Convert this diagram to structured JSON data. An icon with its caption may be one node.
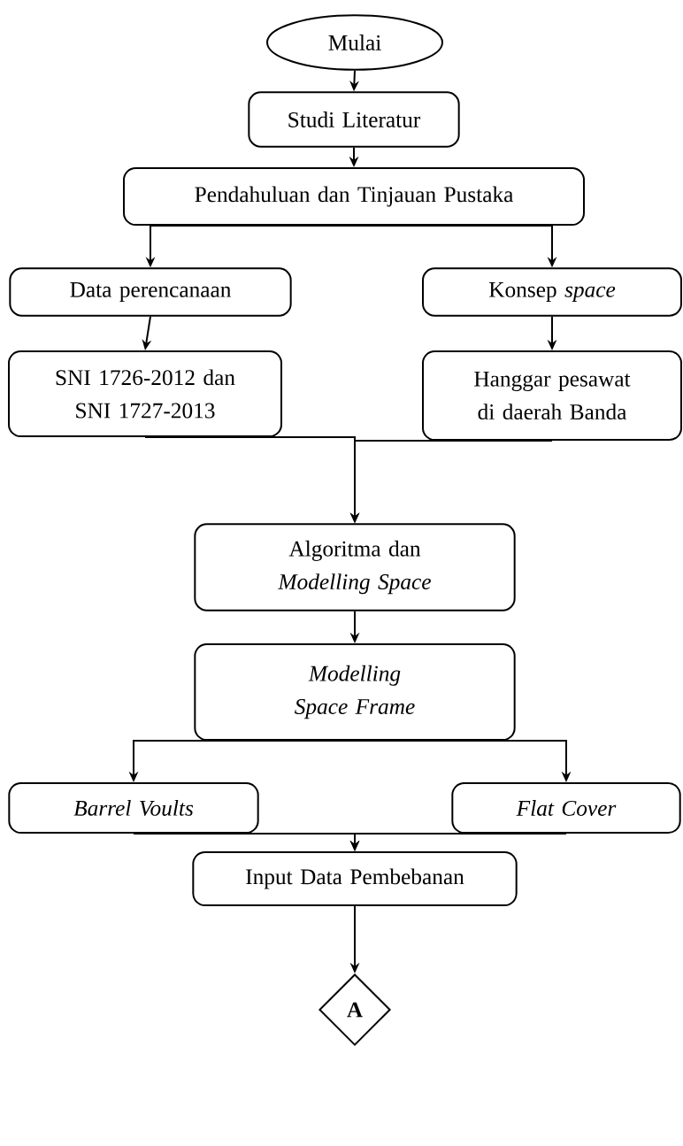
{
  "diagram": {
    "nodes": [
      {
        "text": [
          "Mulai"
        ]
      },
      {
        "text": [
          "Studi Literatur"
        ]
      },
      {
        "text": [
          "Pendahuluan dan Tinjauan Pustaka"
        ]
      },
      {
        "text": [
          "Data perencanaan"
        ]
      },
      {
        "text": [
          "Konsep *space*"
        ]
      },
      {
        "text": [
          "SNI 1726-2012 dan SNI 1727-2013"
        ]
      },
      {
        "text": [
          "Hanggar pesawat di daerah Banda"
        ]
      },
      {
        "text": [
          "Algoritma dan *Modelling Space*"
        ]
      },
      {
        "text": [
          "Modelling Space Frame"
        ]
      },
      {
        "text": [
          "Barrel Voults"
        ]
      },
      {
        "text": [
          "Flat Cover"
        ]
      },
      {
        "text": [
          "Input Data Pembebanan"
        ]
      },
      {
        "text": [
          "A"
        ]
      }
    ],
    "edges": [
      {
        "from": 0,
        "to": 1,
        "arrow": "to"
      },
      {
        "from": 1,
        "to": 2,
        "arrow": "to"
      },
      {
        "from": 2,
        "to": 3,
        "arrow": "to"
      },
      {
        "from": 2,
        "to": 4,
        "arrow": "to"
      },
      {
        "from": 3,
        "to": 5,
        "arrow": "to"
      },
      {
        "from": 4,
        "to": 6,
        "arrow": "to"
      },
      {
        "from": 5,
        "to": 7,
        "arrow": "to"
      },
      {
        "from": 6,
        "to": 7,
        "arrow": "to"
      },
      {
        "from": 7,
        "to": 8,
        "arrow": "to"
      },
      {
        "from": 8,
        "to": 9,
        "arrow": "to"
      },
      {
        "from": 8,
        "to": 10,
        "arrow": "to"
      },
      {
        "from": 9,
        "to": 11,
        "arrow": "to"
      },
      {
        "from": 10,
        "to": 11,
        "arrow": "to"
      },
      {
        "from": 11,
        "to": 12,
        "arrow": "to"
      }
    ]
  }
}
